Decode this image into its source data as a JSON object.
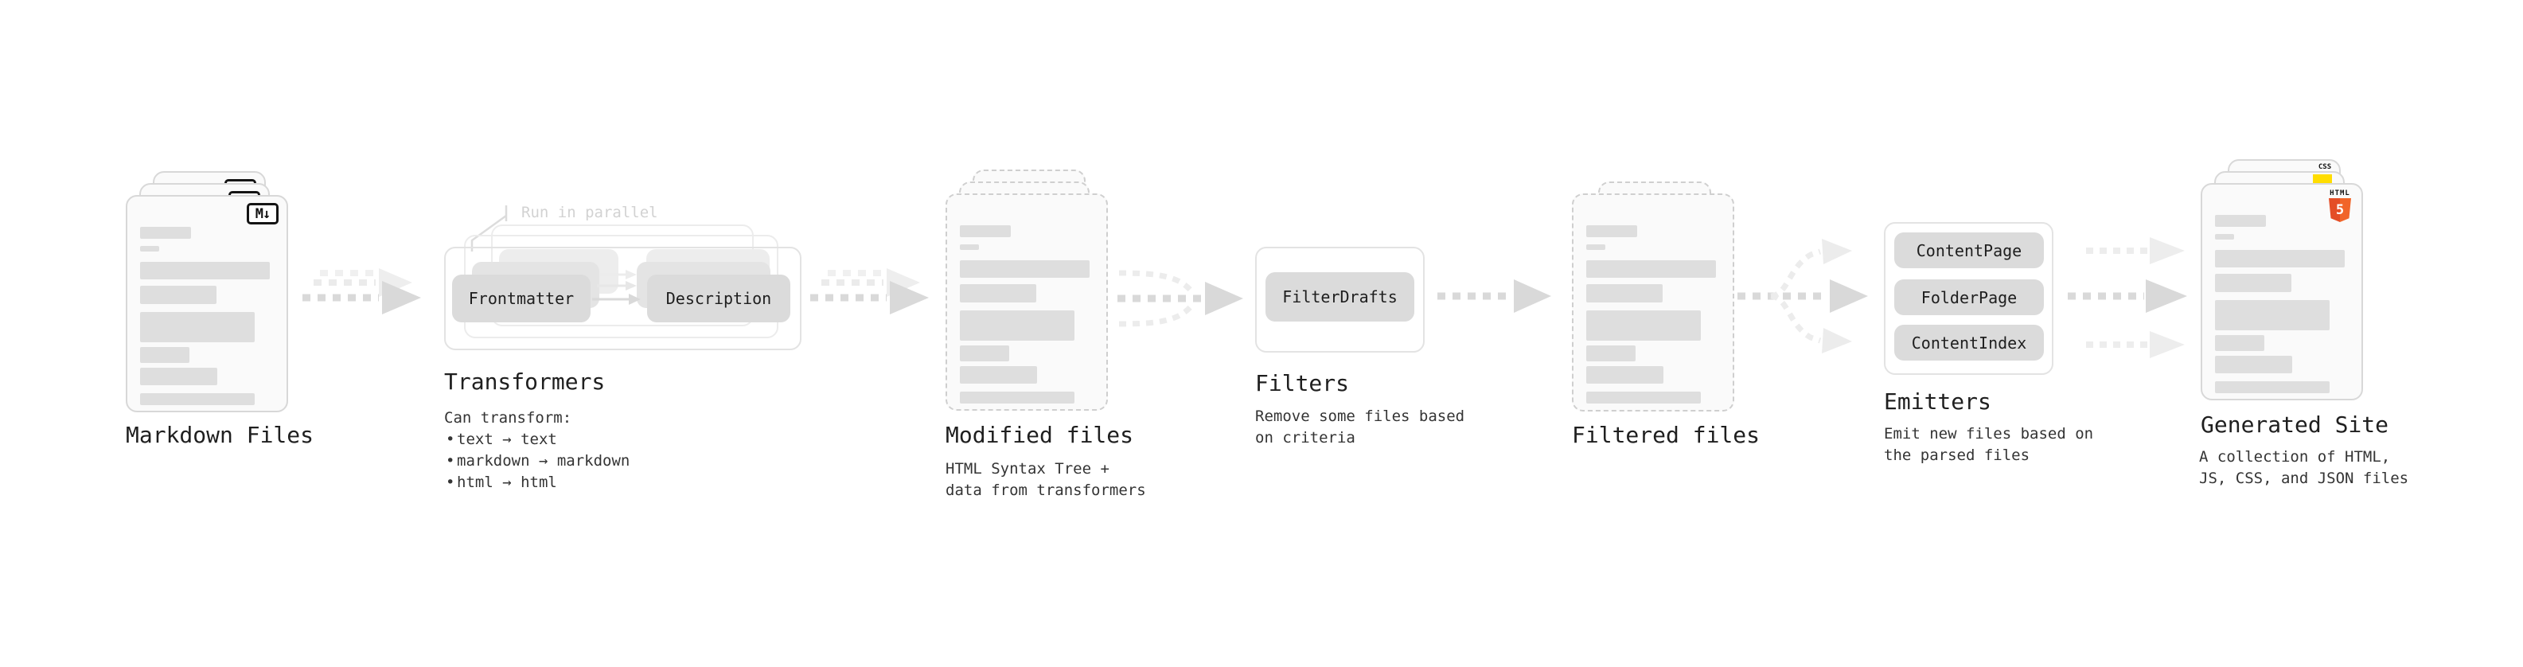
{
  "page": {
    "background": "#ffffff"
  },
  "nodes": {
    "markdown_files": {
      "label": "Markdown Files",
      "icon_text": "M↓"
    },
    "transformers": {
      "title": "Transformers",
      "callout": "Run in parallel",
      "pill_left": "Frontmatter",
      "pill_right": "Description",
      "heading": "Can transform:",
      "bullets": [
        "text → text",
        "markdown → markdown",
        "html → html"
      ]
    },
    "modified_files": {
      "label": "Modified files",
      "lines": [
        "HTML Syntax Tree +",
        "data from transformers"
      ]
    },
    "filters": {
      "title": "Filters",
      "pill": "FilterDrafts",
      "lines": [
        "Remove some files based",
        "on criteria"
      ]
    },
    "filtered_files": {
      "label": "Filtered files"
    },
    "emitters": {
      "title": "Emitters",
      "pills": [
        "ContentPage",
        "FolderPage",
        "ContentIndex"
      ],
      "lines": [
        "Emit new files based on",
        "the parsed files"
      ]
    },
    "generated_site": {
      "label": "Generated Site",
      "lines": [
        "A collection of HTML,",
        "JS, CSS, and JSON files"
      ],
      "html5_badge": {
        "word": "HTML",
        "number": "5"
      },
      "css_badge": "CSS"
    }
  },
  "doc_bars": [
    {
      "w": 38,
      "h": 15,
      "mb": 9
    },
    {
      "w": 14,
      "h": 7,
      "mb": 13
    },
    {
      "w": 97,
      "h": 22,
      "mb": 8
    },
    {
      "w": 57,
      "h": 23,
      "mb": 10
    },
    {
      "w": 86,
      "h": 38,
      "mb": 6
    },
    {
      "w": 37,
      "h": 20,
      "mb": 6
    },
    {
      "w": 58,
      "h": 22,
      "mb": 10
    },
    {
      "w": 86,
      "h": 15,
      "mb": 0
    }
  ],
  "colors": {
    "doc_fill": "#fafafa",
    "doc_border": "#d8d8d8",
    "dashed_border": "#cfcfcf",
    "bar": "#dedede",
    "pill": "#dbdbdb",
    "pill_ghost_mid": "#e4e4e4",
    "pill_ghost_back": "#ededed",
    "arrow_dark": "#d9d9d9",
    "arrow_light": "#ececec",
    "text_dark": "#1f1f1f",
    "callout_gray": "#d2d2d2",
    "html5_orange": "#e44d26",
    "html5_orange_light": "#f16529",
    "js_yellow": "#ffdd00",
    "css_blue": "#2963ef"
  }
}
